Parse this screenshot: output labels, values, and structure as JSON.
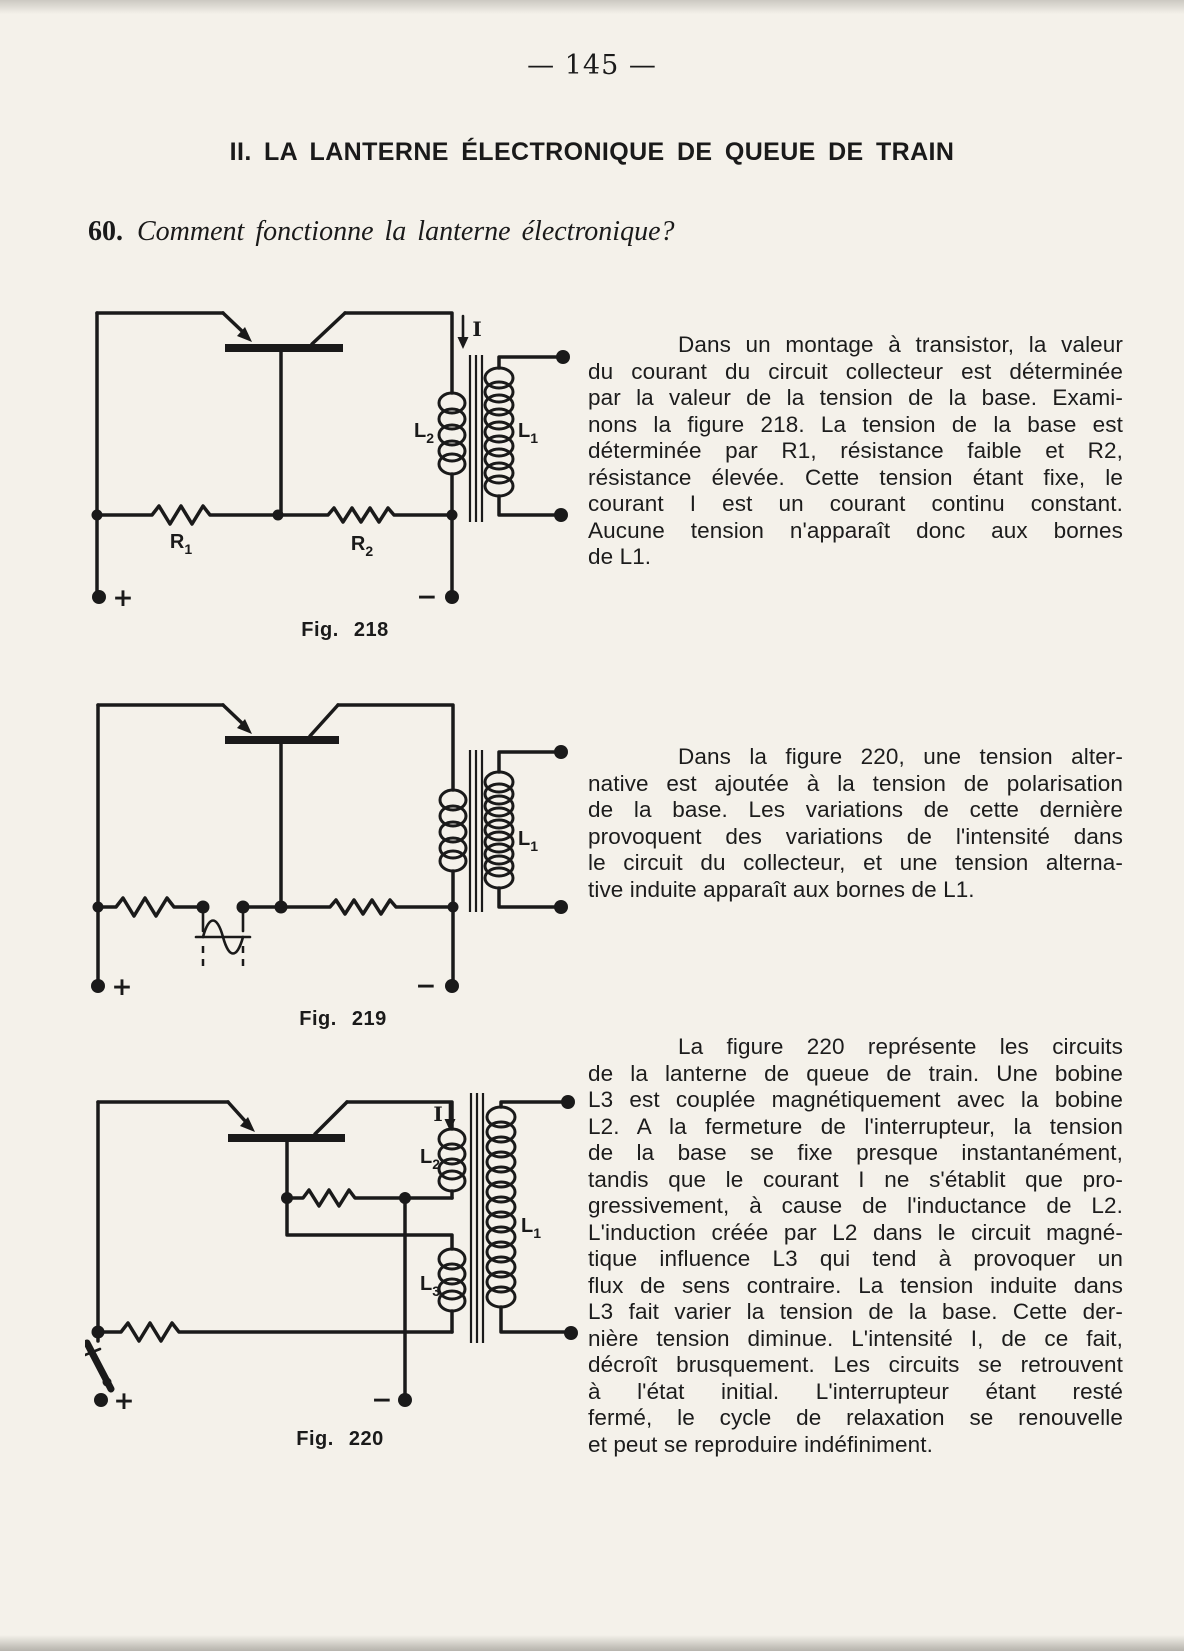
{
  "page": {
    "number_display": "— 145 —",
    "section_heading": "II. LA LANTERNE ÉLECTRONIQUE DE QUEUE DE TRAIN",
    "question_number": "60.",
    "question_text": "Comment fonctionne la lanterne électronique?"
  },
  "paragraphs": {
    "p1": [
      "Dans un montage à transistor, la valeur",
      "du courant du circuit collecteur est déterminée",
      "par la valeur de la tension de la base. Exami-",
      "nons la figure 218. La tension de la base est",
      "déterminée par R1, résistance faible et R2,",
      "résistance élevée. Cette tension étant fixe, le",
      "courant I est un courant continu constant.",
      "Aucune tension n'apparaît donc aux bornes",
      "de L1."
    ],
    "p2": [
      "Dans la figure 220, une tension alter-",
      "native est ajoutée à la tension de polarisation",
      "de la base. Les variations de cette dernière",
      "provoquent des variations de l'intensité dans",
      "le circuit du collecteur, et une tension alterna-",
      "tive induite apparaît aux bornes de L1."
    ],
    "p3": [
      "La figure 220 représente les circuits",
      "de la lanterne de queue de train. Une bobine",
      "L3 est couplée magnétiquement avec la bobine",
      "L2. A la fermeture de l'interrupteur, la tension",
      "de la base se fixe presque instantanément,",
      "tandis que le courant I ne s'établit que pro-",
      "gressivement, à cause de l'inductance de L2.",
      "L'induction créée par L2 dans le circuit magné-",
      "tique influence L3 qui tend à provoquer un",
      "flux de sens contraire. La tension induite dans",
      "L3 fait varier la tension de la base. Cette der-",
      "nière tension diminue. L'intensité I, de ce fait,",
      "décroît brusquement. Les circuits se retrouvent",
      "à l'état initial. L'interrupteur étant resté",
      "fermé, le cycle de relaxation se renouvelle",
      "et peut se reproduire indéfiniment."
    ]
  },
  "figures": {
    "fig218": {
      "caption": "Fig. 218",
      "labels": {
        "current": "I",
        "l2": {
          "base": "L",
          "sub": "2"
        },
        "l1": {
          "base": "L",
          "sub": "1"
        },
        "r1": {
          "base": "R",
          "sub": "1"
        },
        "r2": {
          "base": "R",
          "sub": "2"
        },
        "plus": "+",
        "minus": "−"
      }
    },
    "fig219": {
      "caption": "Fig. 219",
      "labels": {
        "l1": {
          "base": "L",
          "sub": "1"
        },
        "plus": "+",
        "minus": "−"
      }
    },
    "fig220": {
      "caption": "Fig. 220",
      "labels": {
        "current": "I",
        "l2": {
          "base": "L",
          "sub": "2"
        },
        "l3": {
          "base": "L",
          "sub": "3"
        },
        "l1": {
          "base": "L",
          "sub": "1"
        },
        "plus": "+",
        "minus": "−"
      }
    }
  },
  "colors": {
    "paper": "#f4f1ea",
    "ink": "#1a1a1a"
  }
}
